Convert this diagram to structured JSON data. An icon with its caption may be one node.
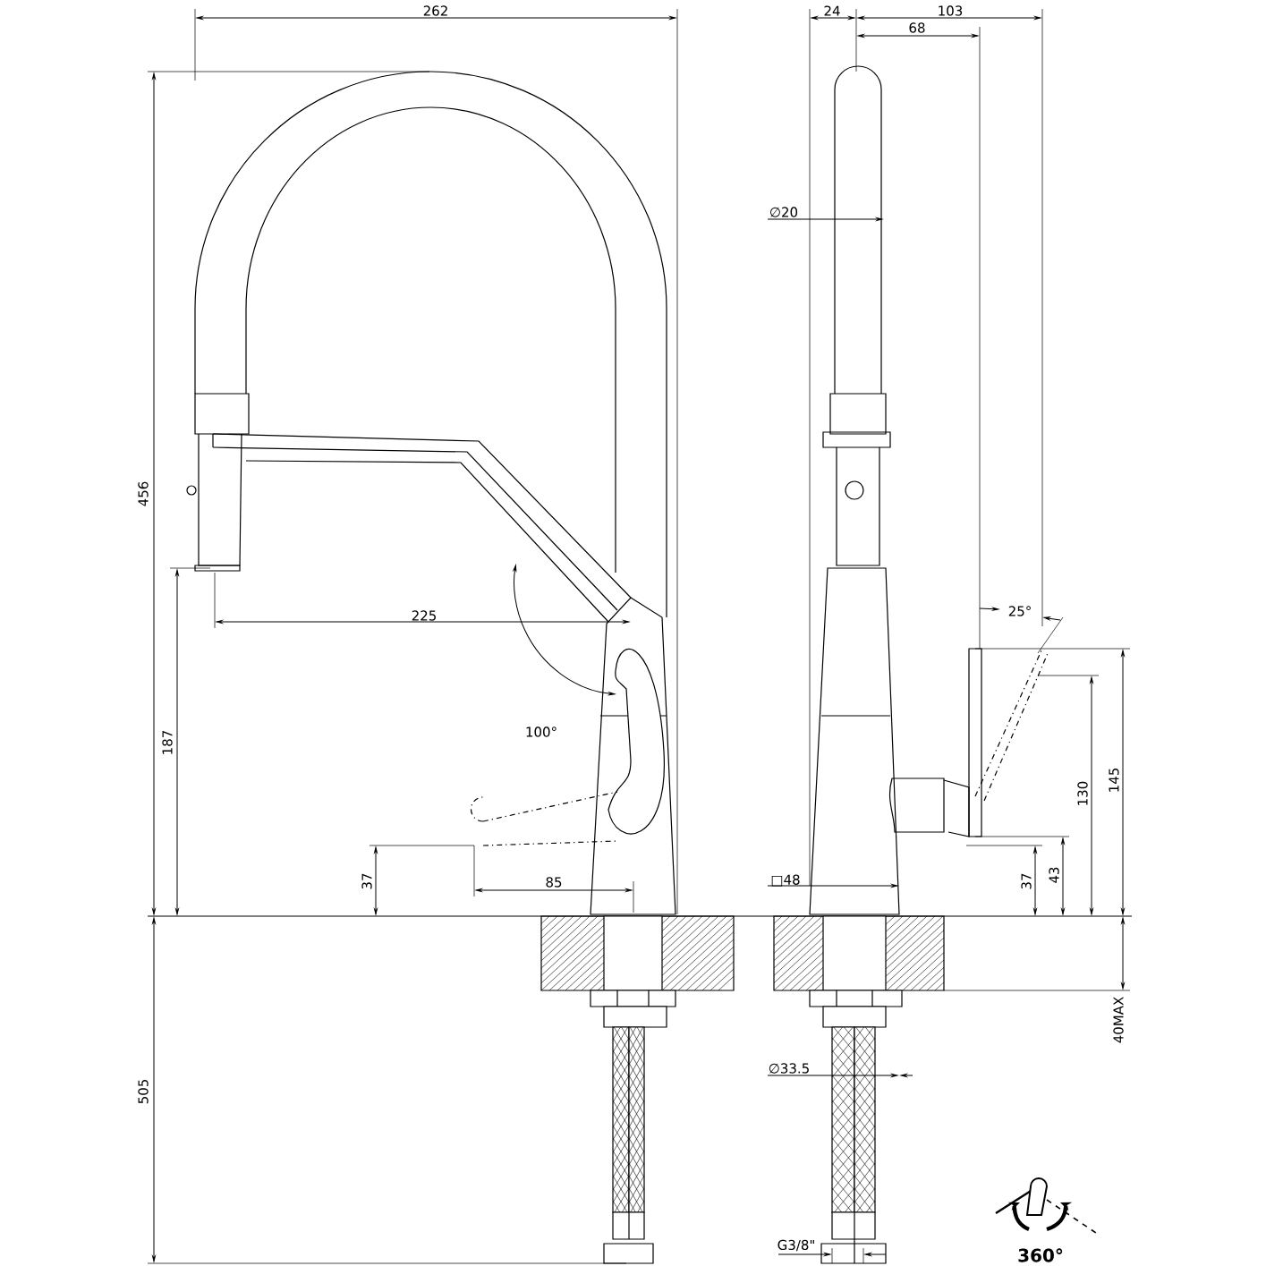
{
  "diagram": {
    "labels": [
      "262",
      "24",
      "103",
      "68",
      "∅20",
      "456",
      "225",
      "25°",
      "100°",
      "187",
      "130",
      "145",
      "37",
      "85",
      "□48",
      "37",
      "43",
      "505",
      "40MAX",
      "∅33.5",
      "G3/8\"",
      "360°"
    ]
  }
}
